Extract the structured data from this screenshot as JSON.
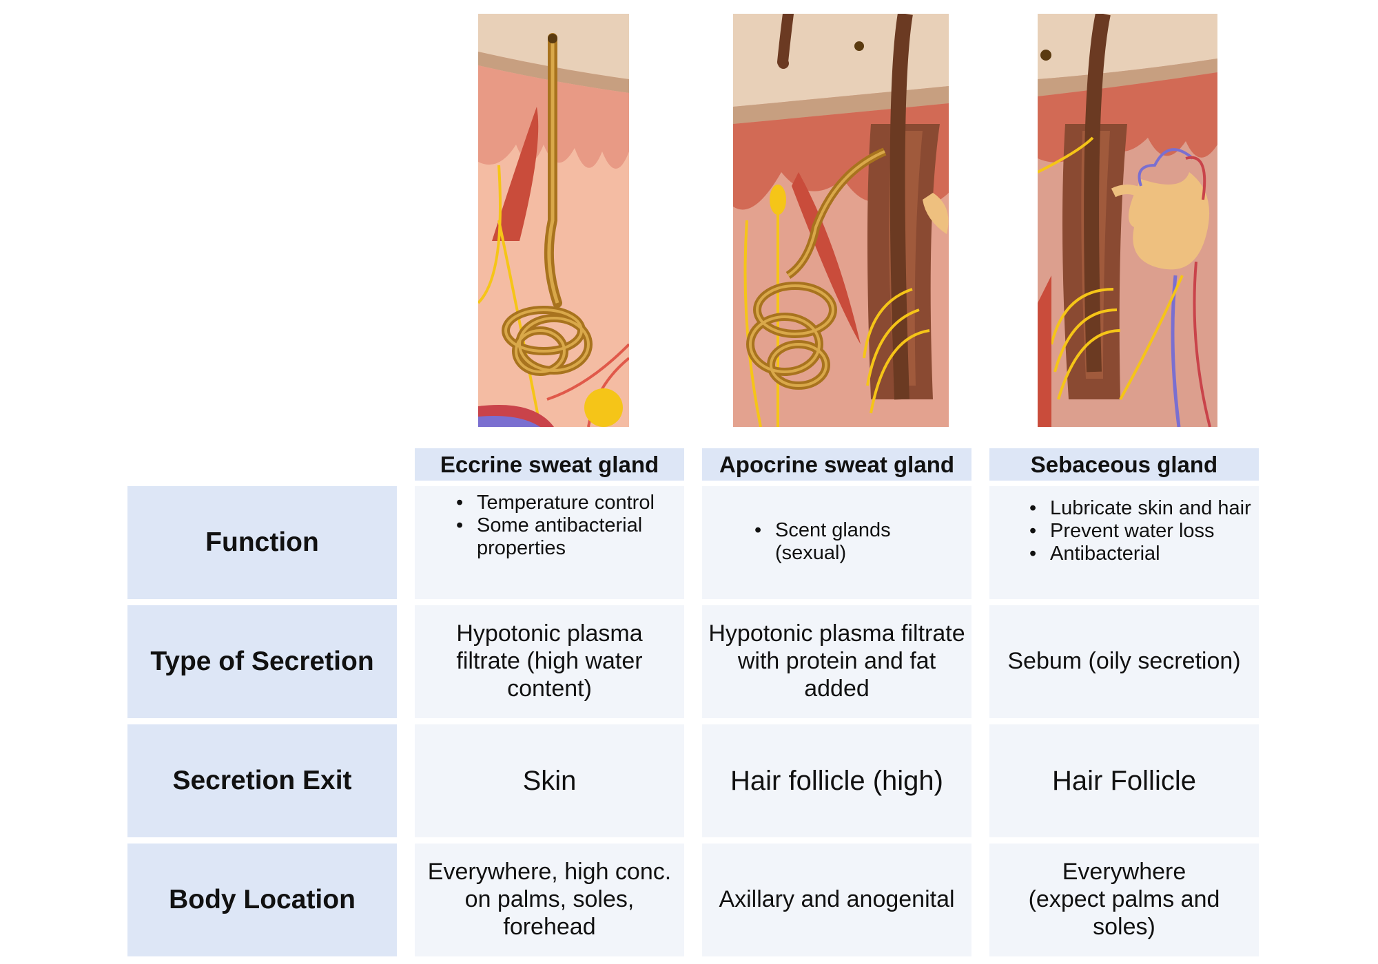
{
  "columns": [
    {
      "header": "Eccrine sweat gland",
      "function": [
        "Temperature control",
        "Some antibacterial properties"
      ],
      "secretion": "Hypotonic plasma filtrate (high water content)",
      "exit": "Skin",
      "location": "Everywhere, high conc. on palms, soles, forehead"
    },
    {
      "header": "Apocrine sweat gland",
      "function": [
        "Scent glands (sexual)"
      ],
      "secretion": "Hypotonic plasma filtrate with protein and fat added",
      "exit": "Hair follicle (high)",
      "location": "Axillary and anogenital"
    },
    {
      "header": "Sebaceous gland",
      "function": [
        "Lubricate skin and hair",
        "Prevent water loss",
        "Antibacterial"
      ],
      "secretion": "Sebum (oily secretion)",
      "exit": "Hair Follicle",
      "location": "Everywhere (expect palms and soles)"
    }
  ],
  "rows": {
    "function": "Function",
    "secretion": "Type of Secretion",
    "exit": "Secretion Exit",
    "location": "Body Location"
  },
  "colors": {
    "header_bg": "#dde6f6",
    "cell_bg": "#f2f5fa",
    "epidermis": "#e9cdb4",
    "dermis": "#f0b49f",
    "duct": "#a8731e",
    "hair": "#6b3a22",
    "sebaceous": "#eec07f",
    "nerve": "#f5c518",
    "muscle": "#c94c3b"
  }
}
